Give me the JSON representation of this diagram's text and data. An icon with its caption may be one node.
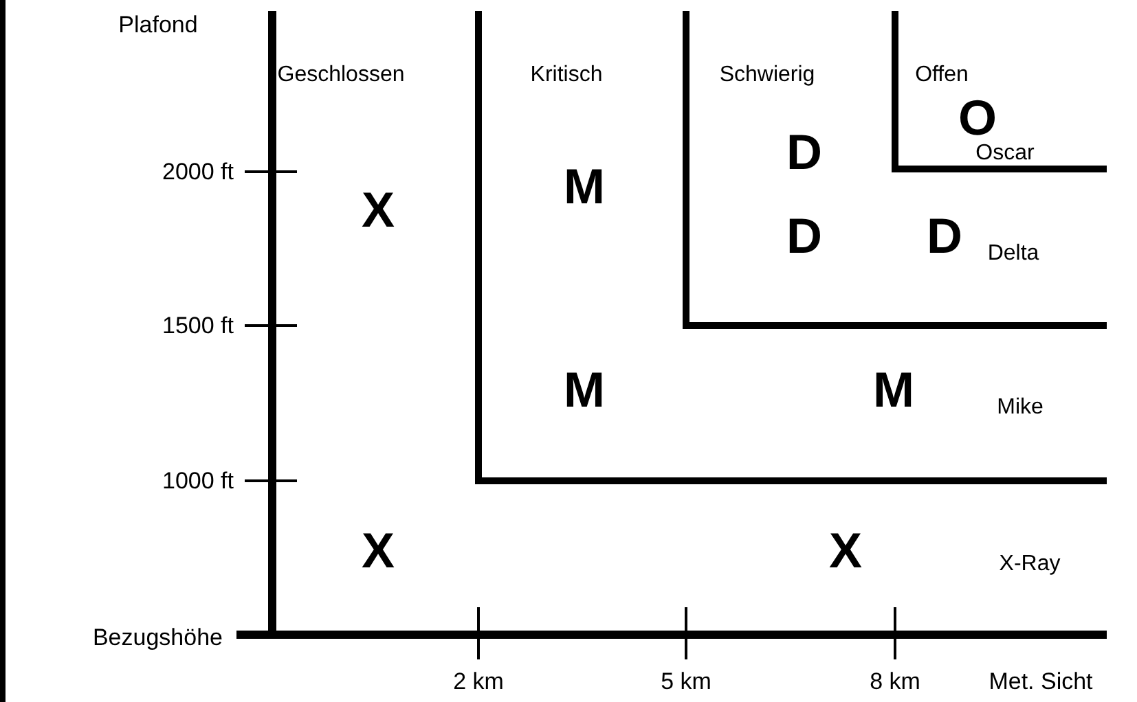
{
  "diagram": {
    "labels": [
      "Plafond",
      "Geschlossen",
      "Kritisch",
      "Schwierig",
      "Offen",
      "O",
      "Oscar",
      "2000 ft",
      "D",
      "M",
      "X",
      "D",
      "D",
      "Delta",
      "1500 ft",
      "M",
      "M",
      "Mike",
      "1000 ft",
      "X",
      "X",
      "X-Ray",
      "Bezugshöhe",
      "2 km",
      "5 km",
      "8 km",
      "Met. Sicht"
    ]
  }
}
